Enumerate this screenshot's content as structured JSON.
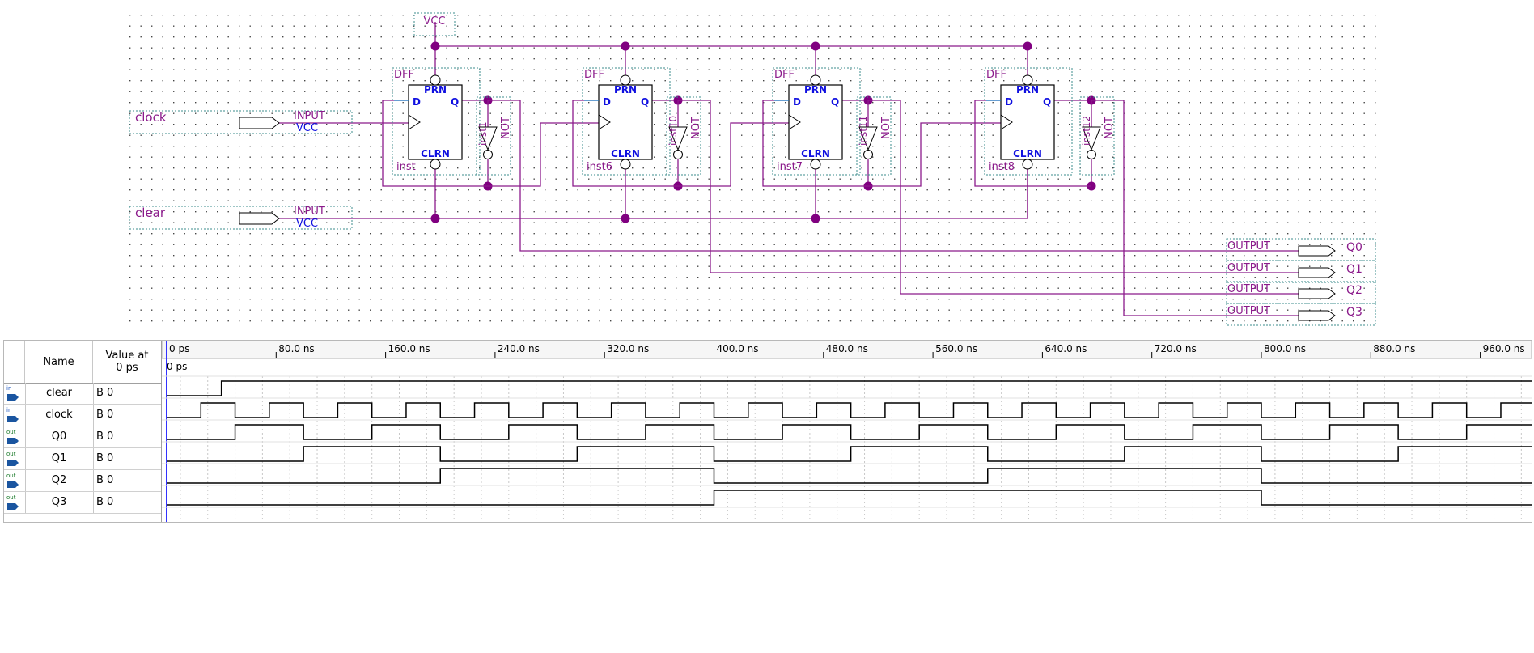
{
  "colors": {
    "wire": "#8b1a8b",
    "node": "#800080",
    "symbol": "#000000",
    "pin_text": "#1010e0",
    "grid_dot": "#000000",
    "frame": "#3c8c8c",
    "tick_text": "#000000",
    "wave": "#000000",
    "cursor": "#3232ff"
  },
  "schematic": {
    "vcc_label": "VCC",
    "inputs": [
      {
        "name": "clock",
        "tag": "INPUT",
        "sub": "VCC"
      },
      {
        "name": "clear",
        "tag": "INPUT",
        "sub": "VCC"
      }
    ],
    "dffs": [
      {
        "type": "DFF",
        "inst": "inst",
        "prn": "PRN",
        "clrn": "CLRN",
        "d": "D",
        "q": "Q"
      },
      {
        "type": "DFF",
        "inst": "inst6",
        "prn": "PRN",
        "clrn": "CLRN",
        "d": "D",
        "q": "Q"
      },
      {
        "type": "DFF",
        "inst": "inst7",
        "prn": "PRN",
        "clrn": "CLRN",
        "d": "D",
        "q": "Q"
      },
      {
        "type": "DFF",
        "inst": "inst8",
        "prn": "PRN",
        "clrn": "CLRN",
        "d": "D",
        "q": "Q"
      }
    ],
    "nots": [
      {
        "type": "NOT",
        "inst": "inst1"
      },
      {
        "type": "NOT",
        "inst": "inst10"
      },
      {
        "type": "NOT",
        "inst": "inst11"
      },
      {
        "type": "NOT",
        "inst": "inst12"
      }
    ],
    "outputs": [
      {
        "tag": "OUTPUT",
        "name": "Q0"
      },
      {
        "tag": "OUTPUT",
        "name": "Q1"
      },
      {
        "tag": "OUTPUT",
        "name": "Q2"
      },
      {
        "tag": "OUTPUT",
        "name": "Q3"
      }
    ]
  },
  "waveform": {
    "header": {
      "name": "Name",
      "value_at": "Value at",
      "value_time": "0 ps"
    },
    "cursor_label": "0 ps",
    "time_unit": "ns",
    "ticks": [
      "0 ps",
      "80.0 ns",
      "160.0 ns",
      "240.0 ns",
      "320.0 ns",
      "400.0 ns",
      "480.0 ns",
      "560.0 ns",
      "640.0 ns",
      "720.0 ns",
      "800.0 ns",
      "880.0 ns",
      "960.0 ns"
    ],
    "signals": [
      {
        "dir": "in",
        "name": "clear",
        "value": "B 0",
        "wave": [
          [
            0,
            0
          ],
          [
            40,
            1
          ]
        ]
      },
      {
        "dir": "in",
        "name": "clock",
        "value": "B 0",
        "wave": "clock"
      },
      {
        "dir": "out",
        "name": "Q0",
        "value": "B 0",
        "wave": "q0"
      },
      {
        "dir": "out",
        "name": "Q1",
        "value": "B 0",
        "wave": "q1"
      },
      {
        "dir": "out",
        "name": "Q2",
        "value": "B 0",
        "wave": "q2"
      },
      {
        "dir": "out",
        "name": "Q3",
        "value": "B 0",
        "wave": "q3"
      }
    ]
  }
}
